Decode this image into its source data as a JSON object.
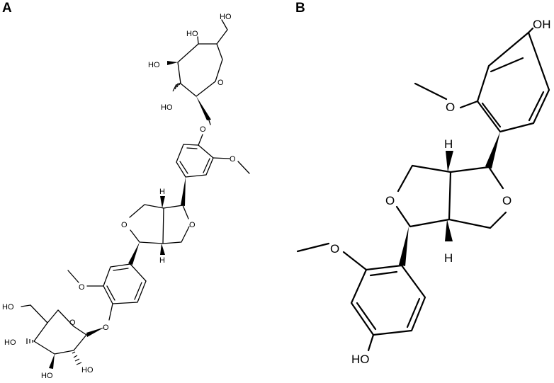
{
  "panels": [
    {
      "id": "A",
      "label": "A",
      "atom_labels": {
        "ho_top_1": "HO",
        "ho_top_2": "HO",
        "ho_top_3": "HO",
        "ho_ch2_top": "HO",
        "o_ring_top": "O",
        "o_glyc_top": "O",
        "o_methoxy_top": "O",
        "h_top": "H",
        "o_furan_left": "O",
        "o_furan_right": "O",
        "h_bottom": "H",
        "o_methoxy_bottom": "O",
        "o_glyc_bottom": "O",
        "ho_ch2_bottom": "HO",
        "o_ring_bottom": "O",
        "ho_bot_1": "HO",
        "ho_bot_2": "HO",
        "ho_bot_3": "HO"
      }
    },
    {
      "id": "B",
      "label": "B",
      "atom_labels": {
        "oh_top": "OH",
        "o_methoxy_top": "O",
        "h_top": "H",
        "o_furan_left": "O",
        "o_furan_right": "O",
        "h_bottom": "H",
        "o_methoxy_bottom": "O",
        "ho_bottom": "HO"
      }
    }
  ]
}
